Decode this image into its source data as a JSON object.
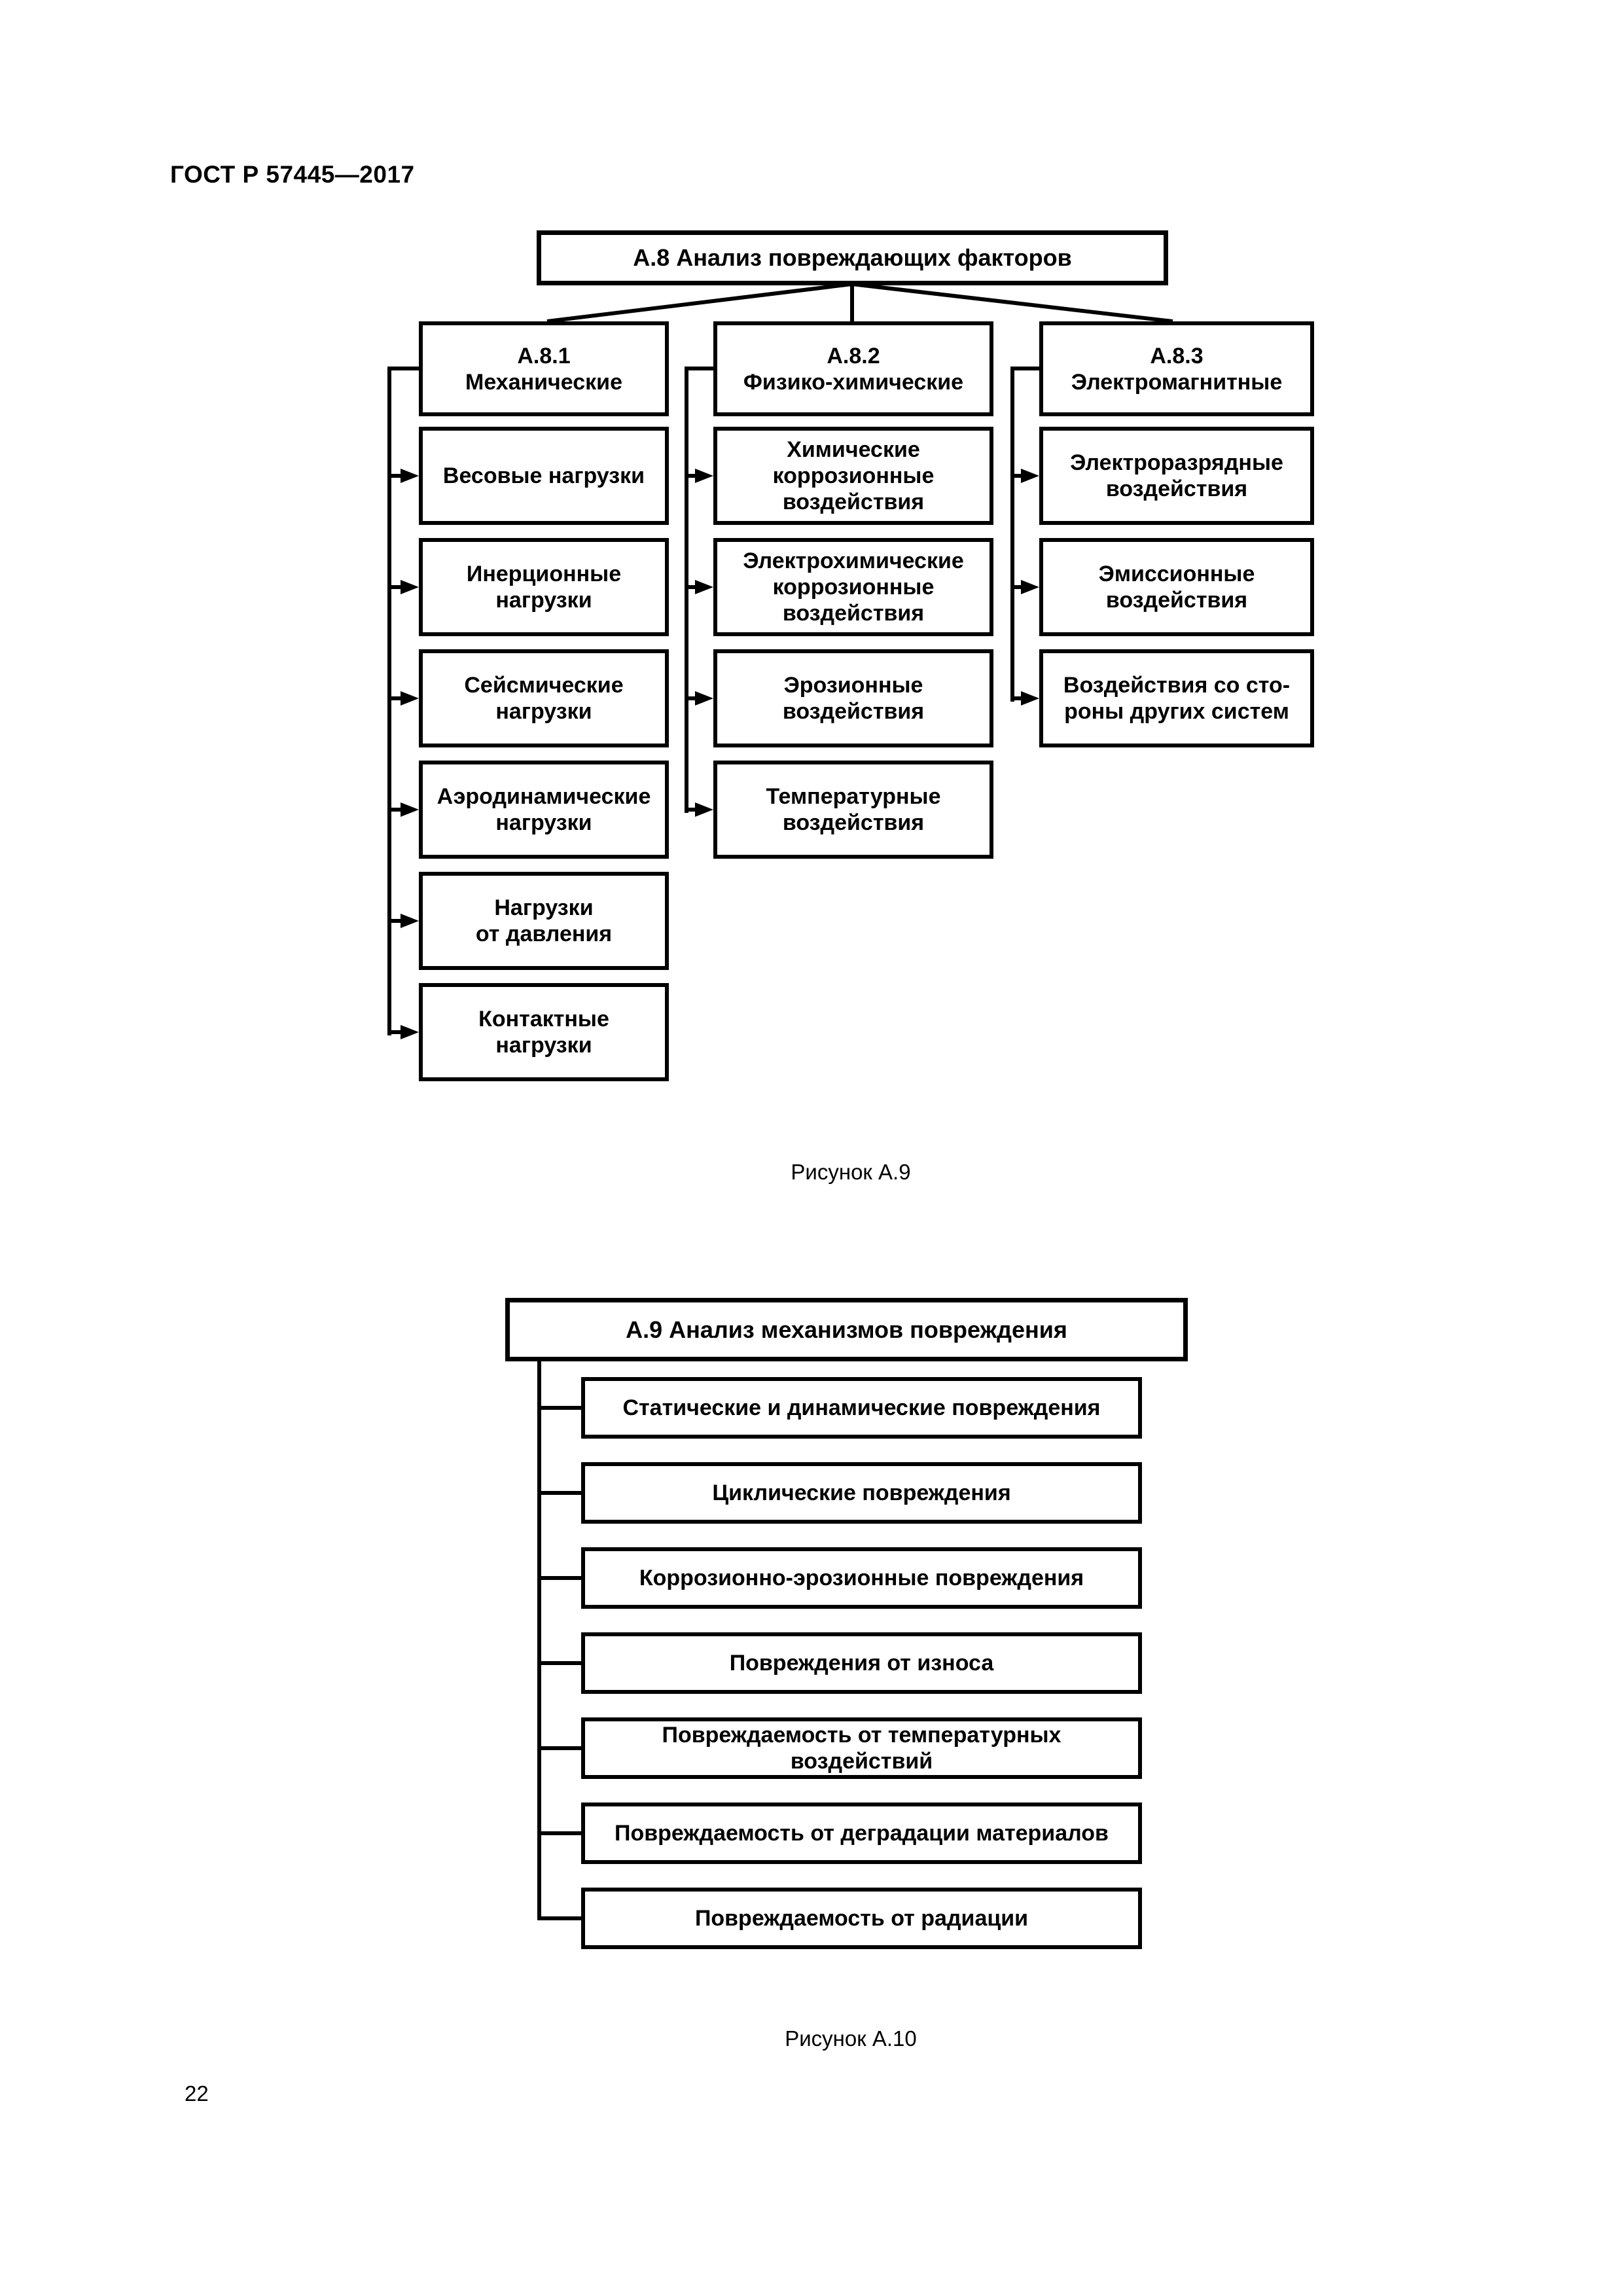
{
  "page": {
    "header": "ГОСТ Р 57445—2017",
    "page_number": "22"
  },
  "figure_a9": {
    "root": "А.8 Анализ повреждающих факторов",
    "branches": [
      {
        "label": "А.8.1\nМеханические",
        "children": [
          "Весовые нагрузки",
          "Инерционные\nнагрузки",
          "Сейсмические\nнагрузки",
          "Аэродинамические\nнагрузки",
          "Нагрузки\nот давления",
          "Контактные\nнагрузки"
        ]
      },
      {
        "label": "А.8.2\nФизико-химические",
        "children": [
          "Химические\nкоррозионные\nвоздействия",
          "Электрохимические\nкоррозионные\nвоздействия",
          "Эрозионные\nвоздействия",
          "Температурные\nвоздействия"
        ]
      },
      {
        "label": "А.8.3\nЭлектромагнитные",
        "children": [
          "Электроразрядные\nвоздействия",
          "Эмиссионные\nвоздействия",
          "Воздействия со сто-\nроны других систем"
        ]
      }
    ],
    "caption": "Рисунок А.9"
  },
  "figure_a10": {
    "root": "А.9 Анализ механизмов повреждения",
    "children": [
      "Статические и динамические повреждения",
      "Циклические повреждения",
      "Коррозионно-эрозионные повреждения",
      "Повреждения от износа",
      "Повреждаемость от температурных\nвоздействий",
      "Повреждаемость от деградации материалов",
      "Повреждаемость от радиации"
    ],
    "caption": "Рисунок А.10"
  }
}
